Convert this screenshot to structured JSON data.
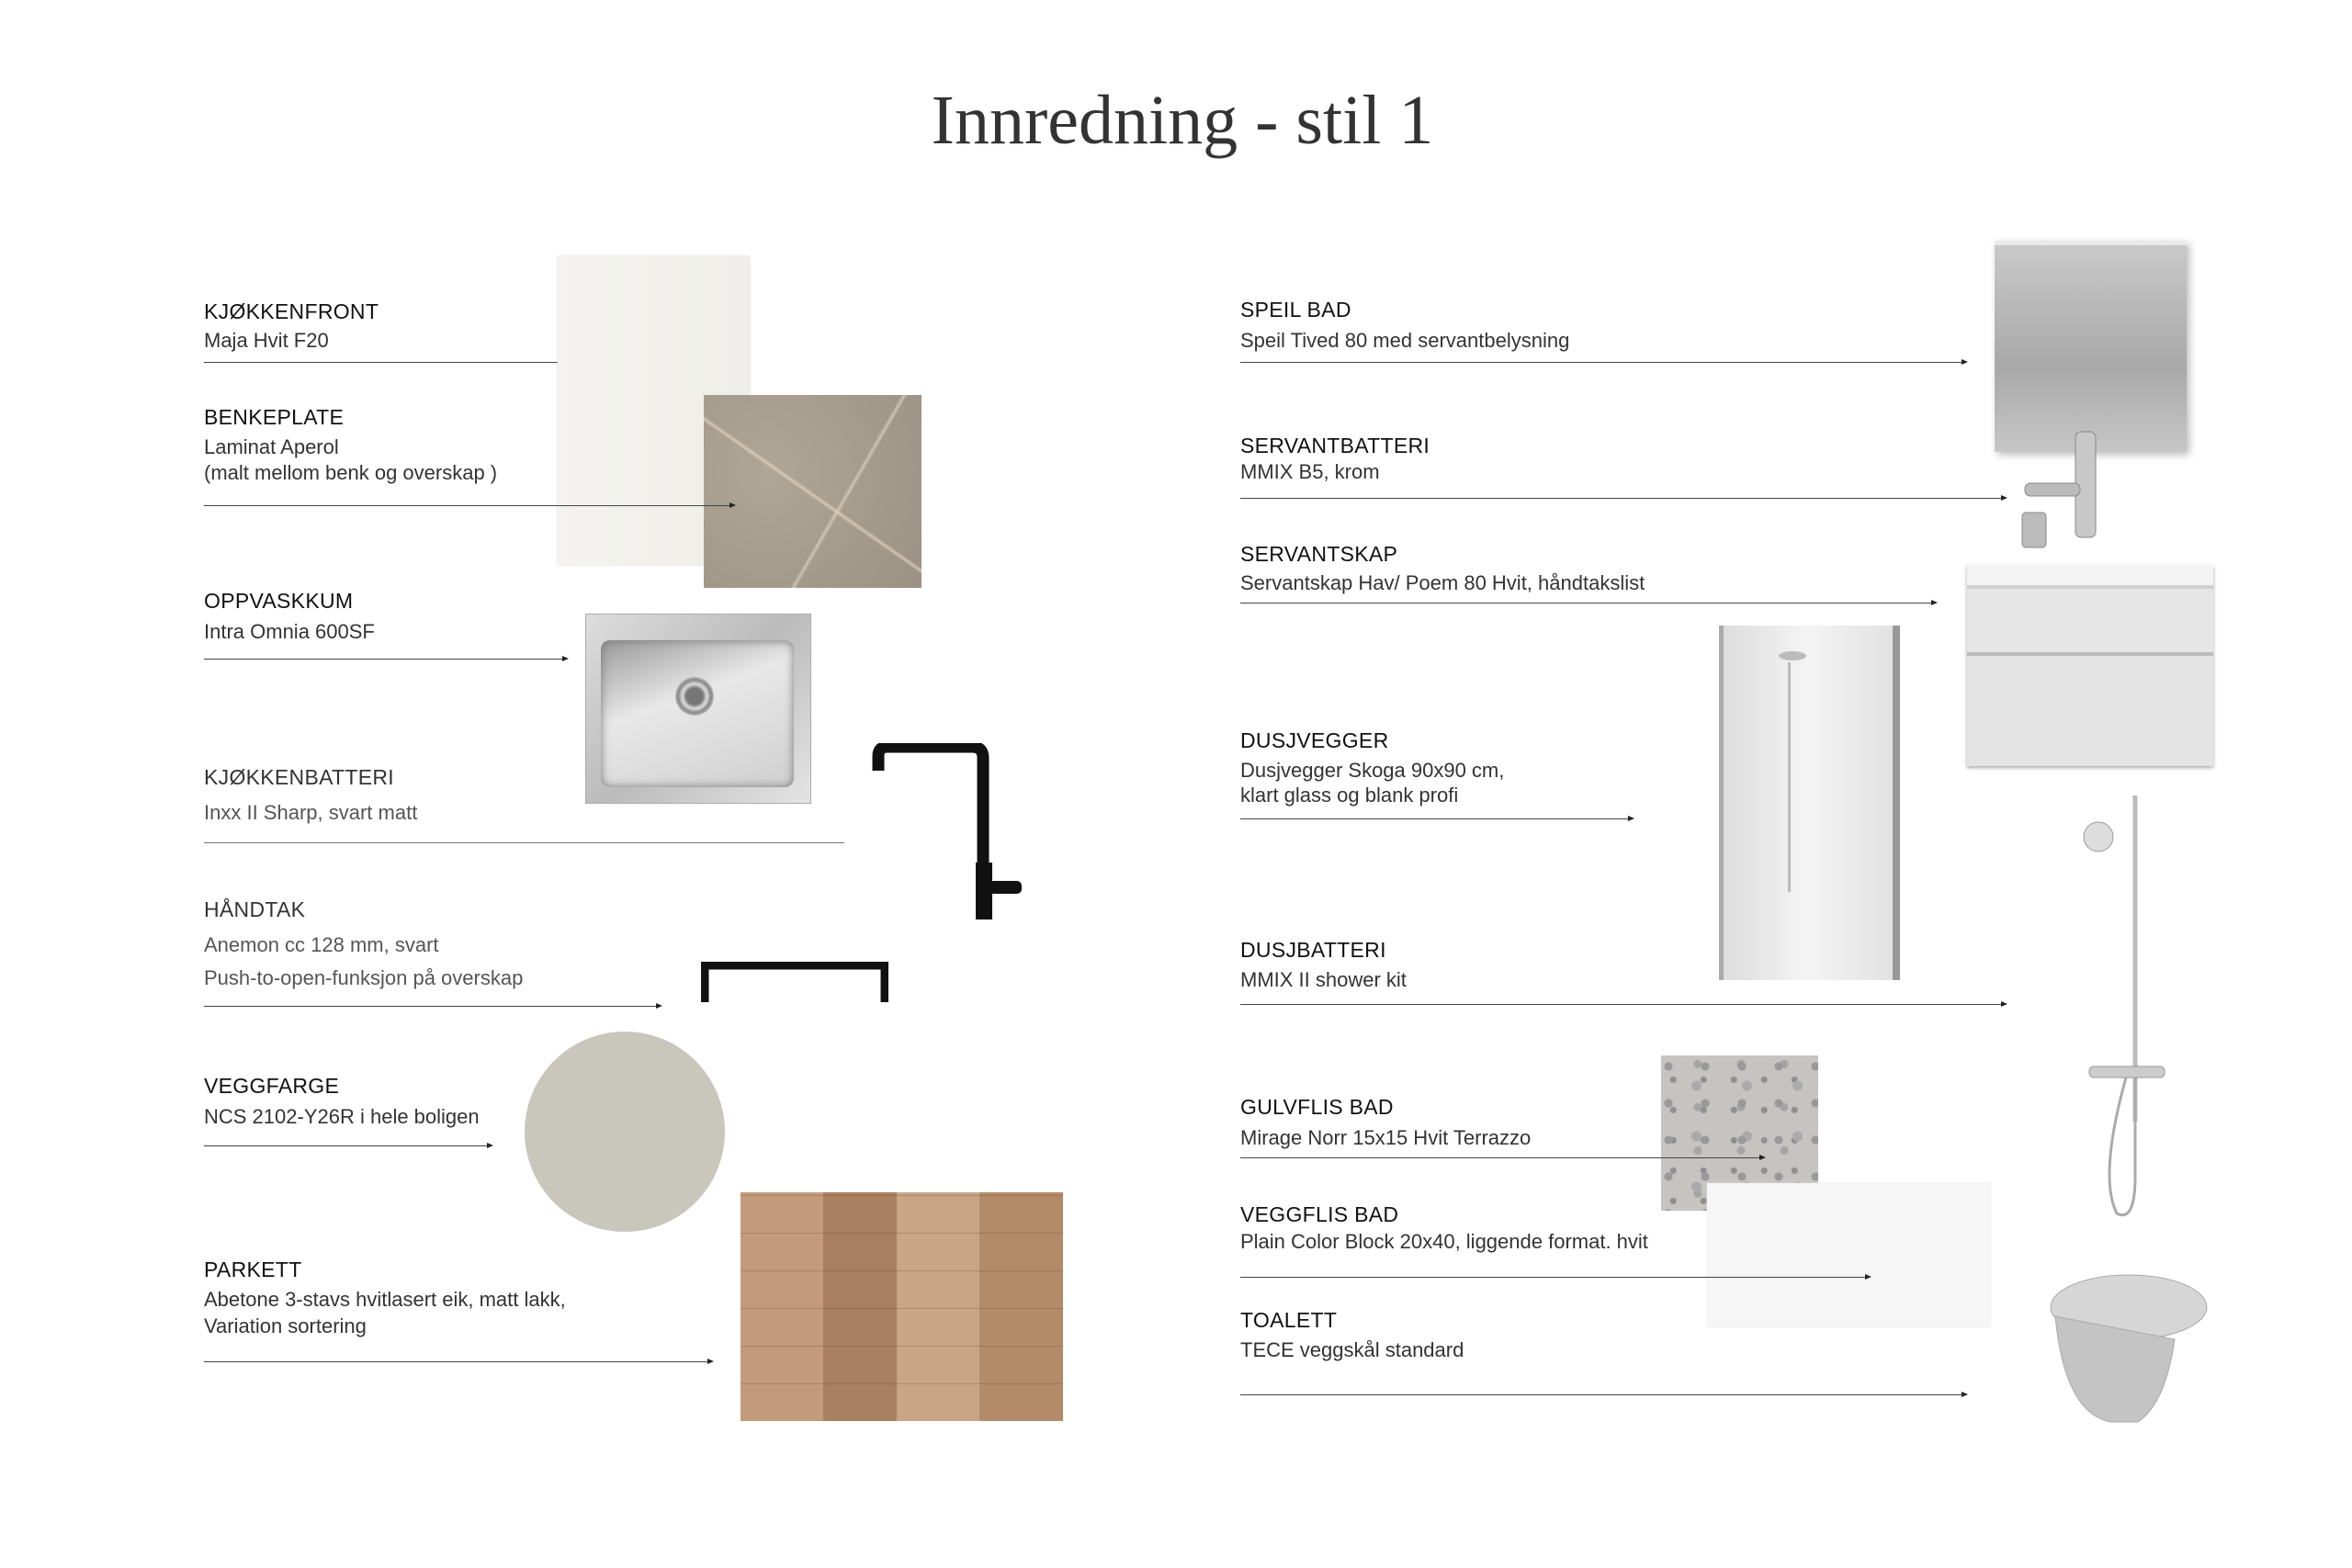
{
  "title": "Innredning - stil 1",
  "kitchen": [
    {
      "label": "KJØKKENFRONT",
      "desc": [
        "Maja Hvit F20"
      ]
    },
    {
      "label": "BENKEPLATE",
      "desc": [
        "Laminat Aperol",
        "(malt mellom benk og overskap )"
      ]
    },
    {
      "label": "OPPVASKKUM",
      "desc": [
        "Intra Omnia 600SF"
      ]
    },
    {
      "label": "KJØKKENBATTERI",
      "desc": [
        "Inxx II Sharp, svart matt"
      ]
    },
    {
      "label": "HÅNDTAK",
      "desc": [
        "Anemon cc 128 mm, svart",
        "Push-to-open-funksjon på overskap"
      ]
    },
    {
      "label": "VEGGFARGE",
      "desc": [
        "NCS 2102-Y26R i hele boligen"
      ]
    },
    {
      "label": "PARKETT",
      "desc": [
        "Abetone 3-stavs hvitlasert eik, matt lakk,",
        "Variation sortering"
      ]
    }
  ],
  "bath": [
    {
      "label": "SPEIL BAD",
      "desc": [
        "Speil Tived 80 med servantbelysning"
      ]
    },
    {
      "label": "SERVANTBATTERI",
      "desc": [
        "MMIX B5, krom"
      ]
    },
    {
      "label": "SERVANTSKAP",
      "desc": [
        "Servantskap Hav/ Poem 80 Hvit, håndtakslist"
      ]
    },
    {
      "label": "DUSJVEGGER",
      "desc": [
        "Dusjvegger Skoga 90x90 cm,",
        "klart glass og blank profi"
      ]
    },
    {
      "label": "DUSJBATTERI",
      "desc": [
        "MMIX II shower kit"
      ]
    },
    {
      "label": "GULVFLIS BAD",
      "desc": [
        "Mirage Norr 15x15 Hvit Terrazzo"
      ]
    },
    {
      "label": "VEGGFLIS BAD",
      "desc": [
        "Plain Color Block 20x40, liggende format. hvit"
      ]
    },
    {
      "label": "TOALETT",
      "desc": [
        "TECE veggskål standard"
      ]
    }
  ],
  "colors": {
    "wall_paint": "#c9c6bc",
    "countertop": "#a49a8c",
    "parquet": "#b58e6c",
    "kitchen_front": "#f1f0ec"
  }
}
